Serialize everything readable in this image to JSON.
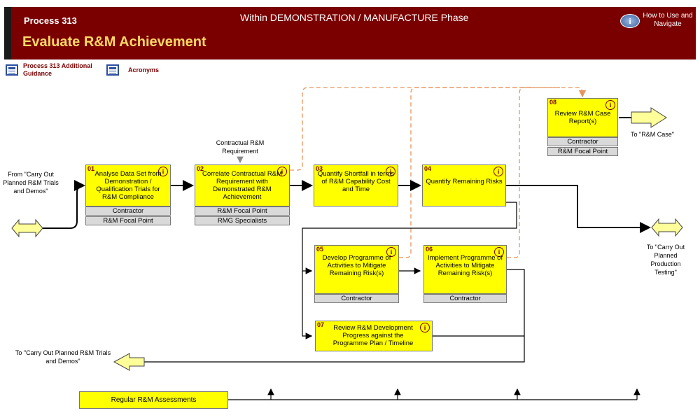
{
  "header": {
    "process_number": "Process 313",
    "title": "Evaluate R&M Achievement",
    "phase": "Within DEMONSTRATION / MANUFACTURE Phase",
    "help_label": "How to Use and Navigate",
    "help_icon": "info-icon"
  },
  "links": {
    "guidance_label": "Process 313 Additional Guidance",
    "acronyms_label": "Acronyms"
  },
  "boxes": [
    {
      "id": "01",
      "label": "Analyse Data Set from Demonstration / Qualification Trials for R&M Compliance",
      "roles": [
        "Contractor",
        "R&M Focal Point"
      ]
    },
    {
      "id": "02",
      "label": "Correlate Contractual R&M Requirement with Demonstrated R&M Achievement",
      "roles": [
        "R&M Focal Point",
        "RMG Specialists"
      ]
    },
    {
      "id": "03",
      "label": "Quantify Shortfall in terms of R&M Capability Cost and Time",
      "roles": []
    },
    {
      "id": "04",
      "label": "Quantify Remaining Risks",
      "roles": []
    },
    {
      "id": "05",
      "label": "Develop Programme of Activities to Mitigate Remaining Risk(s)",
      "roles": [
        "Contractor"
      ]
    },
    {
      "id": "06",
      "label": "Implement Programme of Activities to Mitigate Remaining Risk(s)",
      "roles": [
        "Contractor"
      ]
    },
    {
      "id": "07",
      "label": "Review R&M Development Progress against the Programme Plan / Timeline",
      "roles": []
    },
    {
      "id": "08",
      "label": "Review R&M Case Report(s)",
      "roles": [
        "Contractor",
        "R&M Focal Point"
      ]
    }
  ],
  "notes": {
    "contractual_input": "Contractual R&M Requirement",
    "from_left": "From \"Carry Out Planned R&M Trials and Demos\"",
    "to_rm_case": "To \"R&M Case\"",
    "to_production": "To \"Carry Out Planned Production Testing\"",
    "to_trials": "To \"Carry Out Planned R&M Trials and Demos\""
  },
  "assessments_label": "Regular R&M Assessments",
  "colors": {
    "header_bg": "#7a0000",
    "title_text": "#ffd966",
    "box_fill": "#ffff00",
    "role_fill": "#d9d9d9",
    "feedback_line": "#e8935a",
    "arrow_fill": "#ffff99"
  }
}
